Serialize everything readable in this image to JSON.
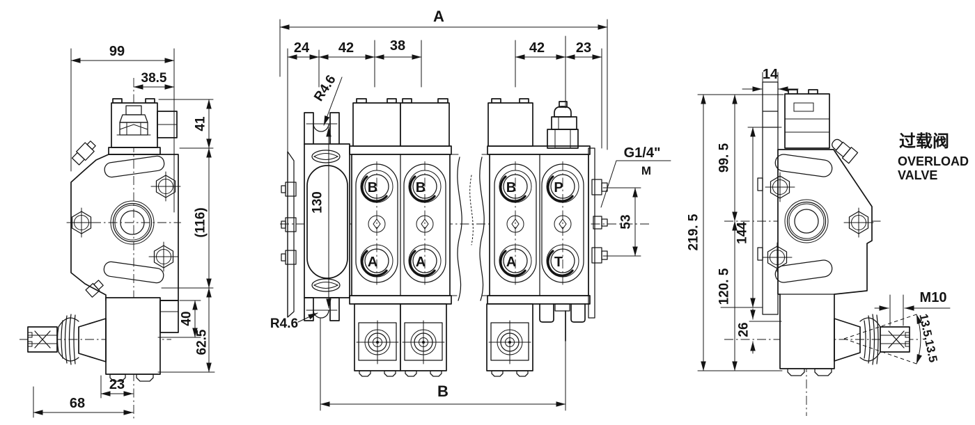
{
  "drawing": {
    "background": "#ffffff",
    "line_color": "#141414",
    "views": {
      "left": {
        "dims": {
          "width_top": "99",
          "width_offset": "38.5",
          "cap_height": "41",
          "body_height": "(116)",
          "step_height": "40",
          "lower_height": "62.5",
          "foot_offset": "23",
          "handle_length": "68"
        }
      },
      "front": {
        "dims": {
          "overall_width": "A",
          "end_pitch_left": "24",
          "section_pitch_left": "42",
          "section_width": "38",
          "section_pitch_right": "42",
          "end_pitch_right": "23",
          "slot_radius_top": "R4.6",
          "mount_hole_pitch": "130",
          "slot_radius_bottom": "R4.6",
          "gauge_port_thread": "G1/4\"",
          "gauge_port_detail": "M",
          "gauge_port_pitch": "53",
          "mount_span": "B"
        },
        "ports": {
          "sec1_top": "B",
          "sec1_bottom": "A",
          "sec2_top": "B",
          "sec2_bottom": "A",
          "sec3_top": "B",
          "sec3_bottom": "A",
          "sec4_top": "P",
          "sec4_bottom": "T"
        }
      },
      "right": {
        "dims": {
          "plate_width": "14",
          "upper_height": "99. 5",
          "overall_height": "219. 5",
          "body_height": "144",
          "lower_height": "120. 5",
          "step_height": "26",
          "lever_thread": "M10",
          "lever_swing_angles": "13.5,13.5"
        },
        "note": {
          "title_zh": "过载阀",
          "title_en_line1": "OVERLOAD",
          "title_en_line2": "VALVE"
        }
      }
    }
  }
}
